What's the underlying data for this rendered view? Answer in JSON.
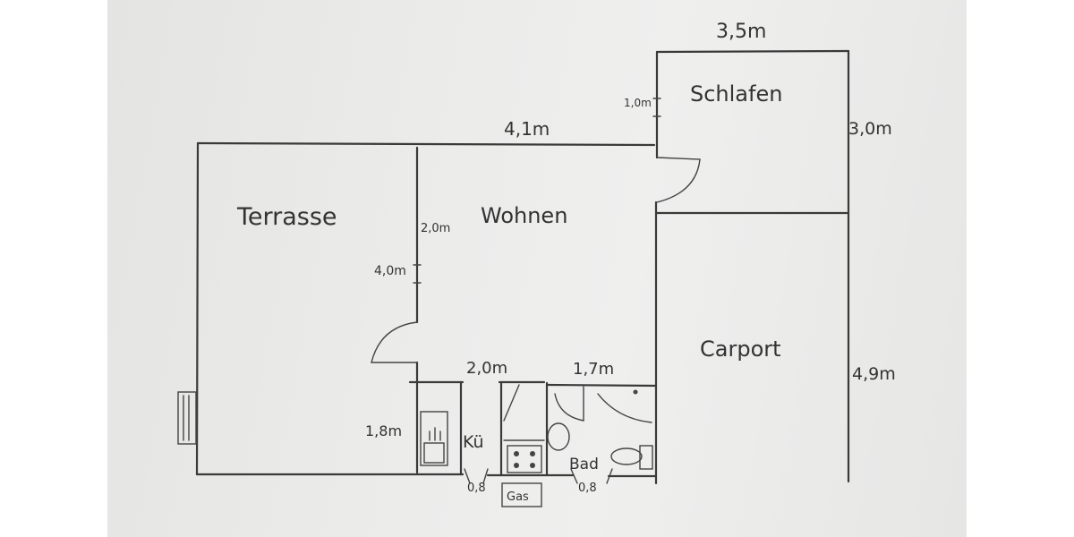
{
  "rooms": {
    "terrasse": "Terrasse",
    "wohnen": "Wohnen",
    "schlafen": "Schlafen",
    "carport": "Carport",
    "kueche": "Kü",
    "bad": "Bad",
    "gas": "Gas"
  },
  "dimensions": {
    "schlafen_width": "3,5m",
    "schlafen_depth": "3,0m",
    "schlafen_door_offset": "1,0m",
    "wohnen_width": "4,1m",
    "wohnen_door_offset": "2,0m",
    "terrasse_door_offset": "4,0m",
    "kueche_depth": "1,8m",
    "kueche_width": "2,0m",
    "bad_width": "1,7m",
    "carport_depth": "4,9m",
    "kueche_door": "0,8",
    "bad_door": "0,8"
  }
}
